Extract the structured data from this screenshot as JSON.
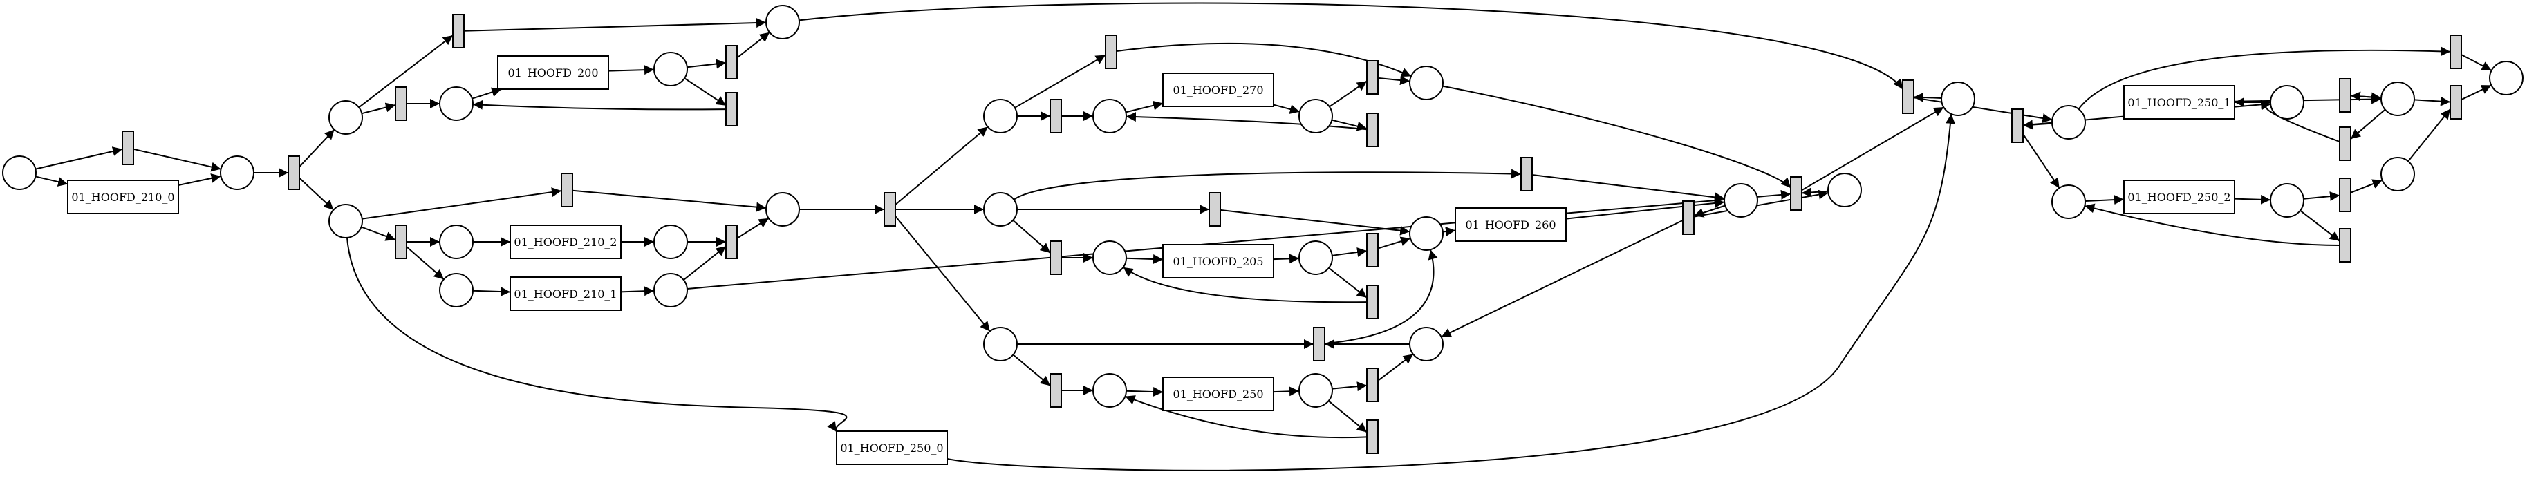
{
  "diagram": {
    "kind": "petri-net",
    "colors": {
      "start_place": "#00ff00",
      "end_place": "#ff0000",
      "silent_transition": "#d3d3d3"
    },
    "tasks": [
      {
        "id": "t_210_0",
        "label": "01_HOOFD_210_0"
      },
      {
        "id": "t_200",
        "label": "01_HOOFD_200"
      },
      {
        "id": "t_210_2",
        "label": "01_HOOFD_210_2"
      },
      {
        "id": "t_210_1",
        "label": "01_HOOFD_210_1"
      },
      {
        "id": "t_250_0",
        "label": "01_HOOFD_250_0"
      },
      {
        "id": "t_270",
        "label": "01_HOOFD_270"
      },
      {
        "id": "t_205",
        "label": "01_HOOFD_205"
      },
      {
        "id": "t_250",
        "label": "01_HOOFD_250"
      },
      {
        "id": "t_260",
        "label": "01_HOOFD_260"
      },
      {
        "id": "t_250_1",
        "label": "01_HOOFD_250_1"
      },
      {
        "id": "t_250_2",
        "label": "01_HOOFD_250_2"
      }
    ]
  }
}
